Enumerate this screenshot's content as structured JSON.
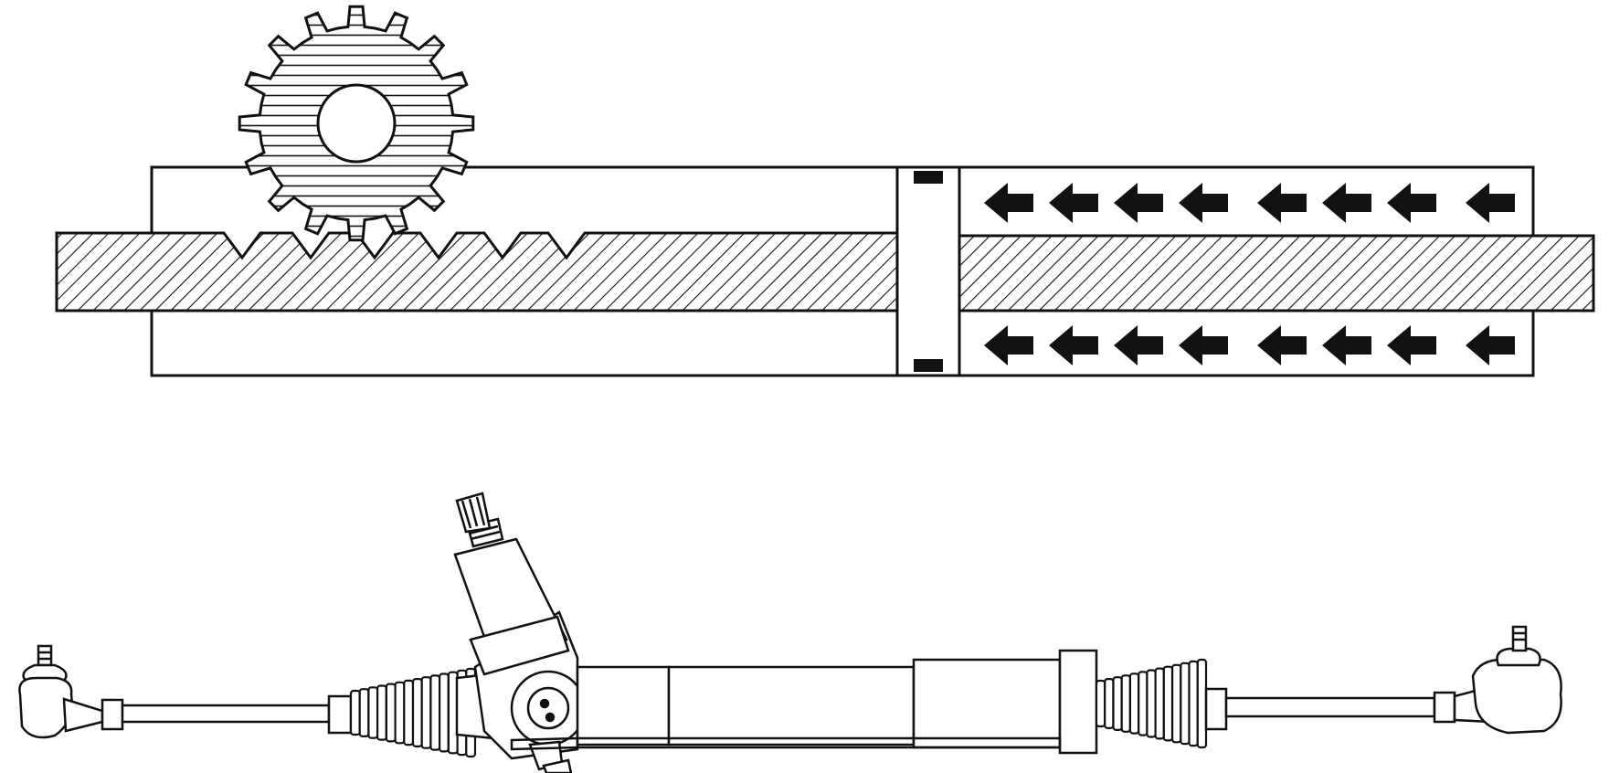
{
  "figure": {
    "top_panel": {
      "rack_segment": "rack-with-teeth",
      "pinion_gear": "pinion-gear",
      "piston": "piston",
      "pressure_arrows_upper_count": 8,
      "pressure_arrows_lower_count": 8,
      "arrow_direction": "left"
    },
    "bottom_panel": {
      "assembly": "rack-and-pinion-steering-gear",
      "components": [
        "left-tie-rod-end",
        "left-tie-rod",
        "left-boot",
        "valve-housing",
        "pinion-input-shaft",
        "power-cylinder",
        "right-boot",
        "right-tie-rod",
        "right-tie-rod-end"
      ]
    },
    "colors": {
      "ink": "#111111",
      "paper": "#ffffff"
    }
  }
}
